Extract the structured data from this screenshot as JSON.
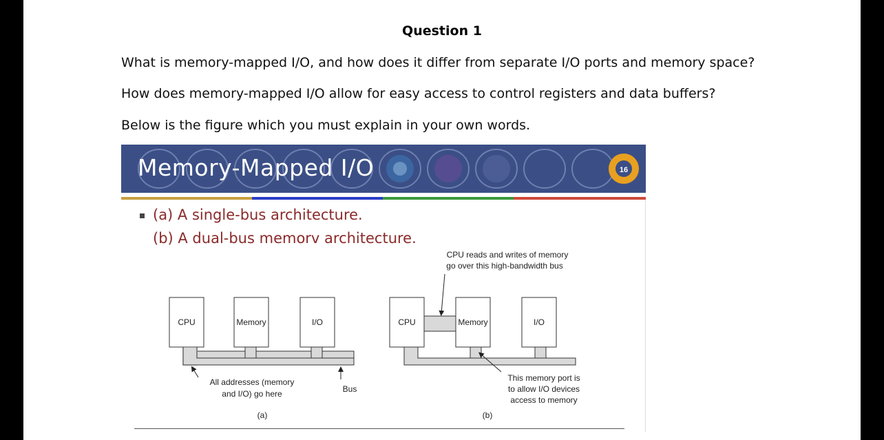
{
  "document": {
    "question_title": "Question 1",
    "paragraphs": [
      "What is memory-mapped I/O, and how does it differ from separate I/O ports and memory space?",
      "How does memory-mapped I/O allow for easy access to control registers and data buffers?",
      "Below is the figure which you must explain in your own words."
    ]
  },
  "slide": {
    "title": "Memory-Mapped I/O",
    "page_number": "16",
    "bullets": [
      "(a) A single-bus architecture.",
      "(b) A dual-bus memorv architecture."
    ],
    "colors": {
      "header_bg": "#3b4f86",
      "bullet_text": "#8a2a2a",
      "bar_colors": [
        "#c8a040",
        "#2a3ec8",
        "#3a9a3a",
        "#d04a3a"
      ]
    }
  },
  "diagram": {
    "a": {
      "boxes": [
        "CPU",
        "Memory",
        "I/O"
      ],
      "note": [
        "All addresses (memory",
        "and I/O) go here"
      ],
      "bus_label": "Bus",
      "caption": "(a)"
    },
    "b": {
      "boxes": [
        "CPU",
        "Memory",
        "I/O"
      ],
      "top_note": [
        "CPU reads and writes of memory",
        "go over this high-bandwidth bus"
      ],
      "port_note": [
        "This memory port is",
        "to allow I/O devices",
        "access to memory"
      ],
      "caption": "(b)"
    }
  }
}
